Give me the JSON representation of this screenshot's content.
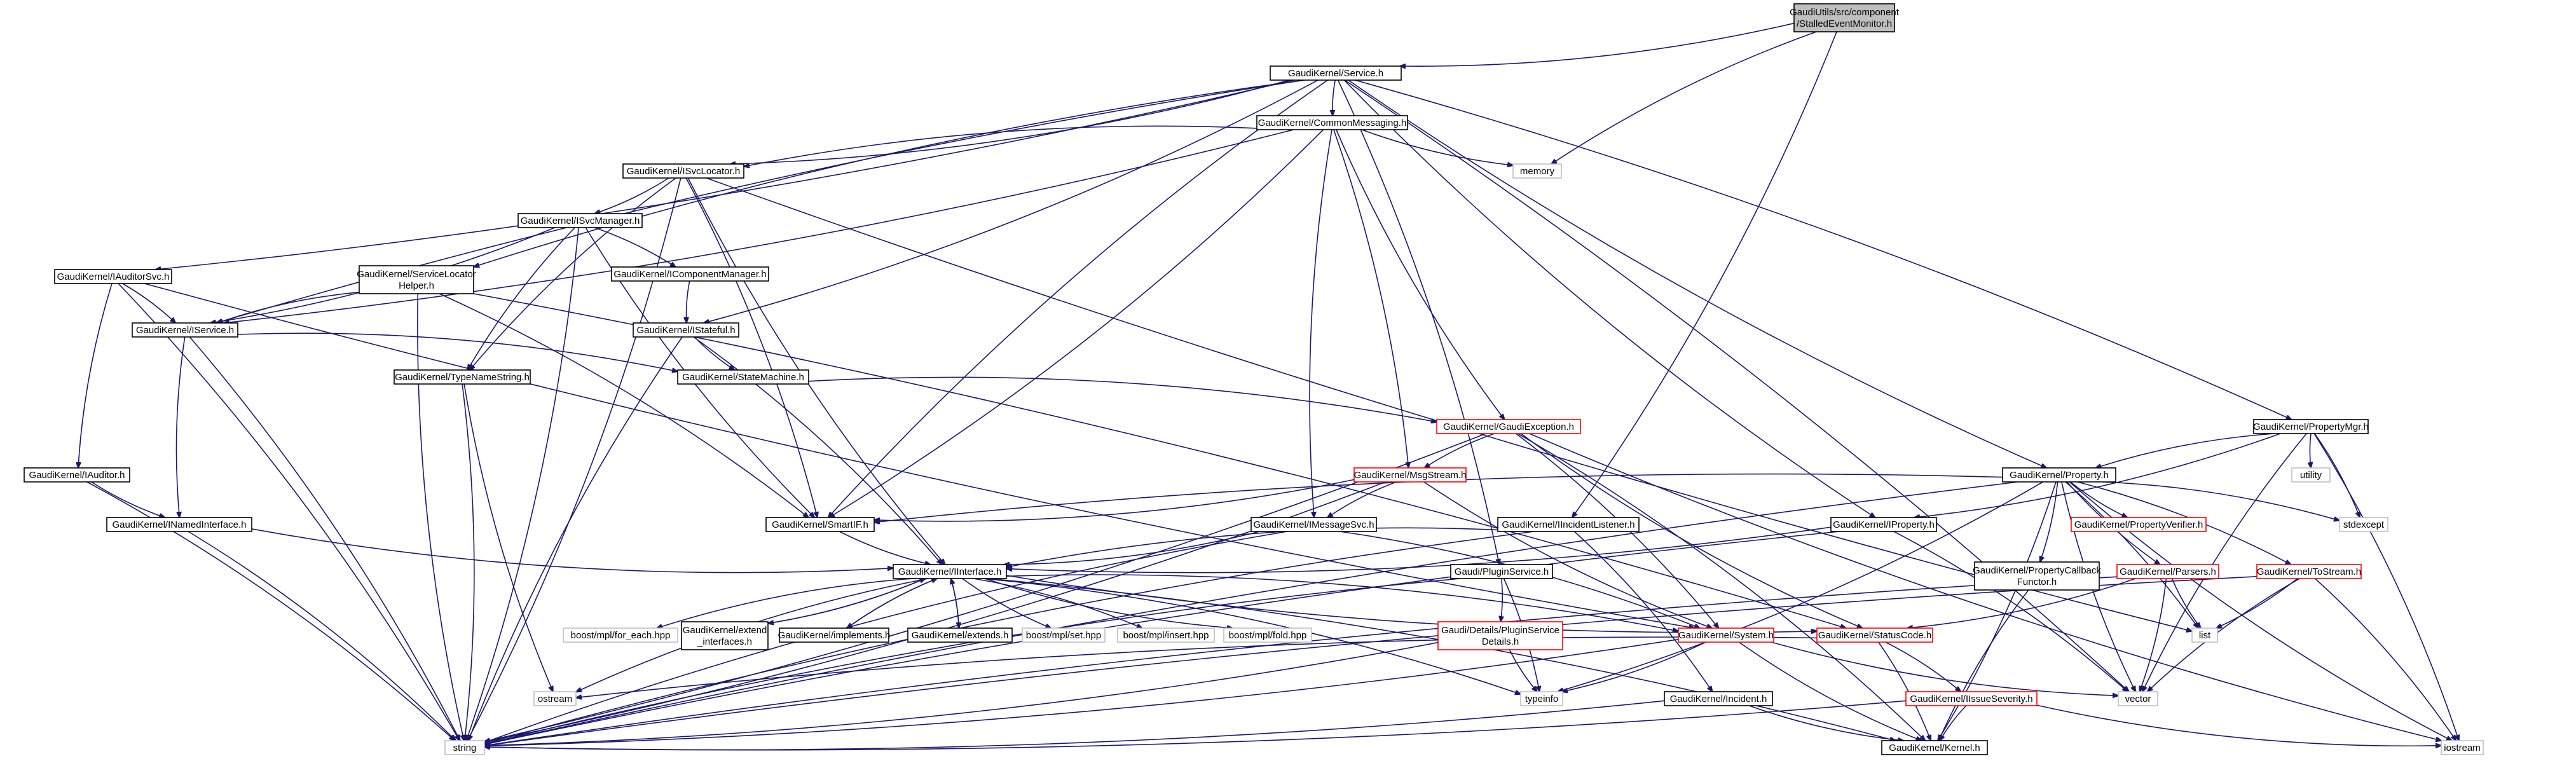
{
  "colors": {
    "edge": "#191970",
    "text": "#000000",
    "node_border_default": "#000000",
    "node_border_incomplete": "#ff0000",
    "node_border_external": "#bfbfbf",
    "node_fill": "#ffffff",
    "node_fill_root": "#bfbfbf"
  },
  "nodes": [
    {
      "id": "root",
      "lines": [
        "GaudiUtils/src/component",
        "/StalledEventMonitor.h"
      ],
      "style": "root"
    },
    {
      "id": "service",
      "lines": [
        "GaudiKernel/Service.h"
      ],
      "style": "normal"
    },
    {
      "id": "commonmsg",
      "lines": [
        "GaudiKernel/CommonMessaging.h"
      ],
      "style": "normal"
    },
    {
      "id": "memory",
      "lines": [
        "memory"
      ],
      "style": "external"
    },
    {
      "id": "isvclocator",
      "lines": [
        "GaudiKernel/ISvcLocator.h"
      ],
      "style": "normal"
    },
    {
      "id": "isvcmanager",
      "lines": [
        "GaudiKernel/ISvcManager.h"
      ],
      "style": "normal"
    },
    {
      "id": "svclocatorhelper",
      "lines": [
        "GaudiKernel/ServiceLocator",
        "Helper.h"
      ],
      "style": "normal"
    },
    {
      "id": "icomponentmanager",
      "lines": [
        "GaudiKernel/IComponentManager.h"
      ],
      "style": "normal"
    },
    {
      "id": "iauditorsvc",
      "lines": [
        "GaudiKernel/IAuditorSvc.h"
      ],
      "style": "normal"
    },
    {
      "id": "iservice",
      "lines": [
        "GaudiKernel/IService.h"
      ],
      "style": "normal"
    },
    {
      "id": "istateful",
      "lines": [
        "GaudiKernel/IStateful.h"
      ],
      "style": "normal"
    },
    {
      "id": "typenamestring",
      "lines": [
        "GaudiKernel/TypeNameString.h"
      ],
      "style": "normal"
    },
    {
      "id": "statemachine",
      "lines": [
        "GaudiKernel/StateMachine.h"
      ],
      "style": "normal"
    },
    {
      "id": "gaudiexception",
      "lines": [
        "GaudiKernel/GaudiException.h"
      ],
      "style": "incomplete"
    },
    {
      "id": "iauditor",
      "lines": [
        "GaudiKernel/IAuditor.h"
      ],
      "style": "normal"
    },
    {
      "id": "msgstream",
      "lines": [
        "GaudiKernel/MsgStream.h"
      ],
      "style": "incomplete"
    },
    {
      "id": "inamedinterface",
      "lines": [
        "GaudiKernel/INamedInterface.h"
      ],
      "style": "normal"
    },
    {
      "id": "smartif",
      "lines": [
        "GaudiKernel/SmartIF.h"
      ],
      "style": "normal"
    },
    {
      "id": "imessagesvc",
      "lines": [
        "GaudiKernel/IMessageSvc.h"
      ],
      "style": "normal"
    },
    {
      "id": "iincidentlistener",
      "lines": [
        "GaudiKernel/IIncidentListener.h"
      ],
      "style": "normal"
    },
    {
      "id": "iproperty",
      "lines": [
        "GaudiKernel/IProperty.h"
      ],
      "style": "normal"
    },
    {
      "id": "propertymgr",
      "lines": [
        "GaudiKernel/PropertyMgr.h"
      ],
      "style": "normal"
    },
    {
      "id": "property",
      "lines": [
        "GaudiKernel/Property.h"
      ],
      "style": "normal"
    },
    {
      "id": "utility",
      "lines": [
        "utility"
      ],
      "style": "external"
    },
    {
      "id": "stdexcept",
      "lines": [
        "stdexcept"
      ],
      "style": "external"
    },
    {
      "id": "propertyverifier",
      "lines": [
        "GaudiKernel/PropertyVerifier.h"
      ],
      "style": "incomplete"
    },
    {
      "id": "iinterface",
      "lines": [
        "GaudiKernel/IInterface.h"
      ],
      "style": "normal"
    },
    {
      "id": "pluginservice",
      "lines": [
        "Gaudi/PluginService.h"
      ],
      "style": "normal"
    },
    {
      "id": "propertycallback",
      "lines": [
        "GaudiKernel/PropertyCallback",
        "Functor.h"
      ],
      "style": "normal"
    },
    {
      "id": "parsers",
      "lines": [
        "GaudiKernel/Parsers.h"
      ],
      "style": "incomplete"
    },
    {
      "id": "tostream",
      "lines": [
        "GaudiKernel/ToStream.h"
      ],
      "style": "incomplete"
    },
    {
      "id": "foreach",
      "lines": [
        "boost/mpl/for_each.hpp"
      ],
      "style": "external"
    },
    {
      "id": "extendinterfaces",
      "lines": [
        "GaudiKernel/extend",
        "_interfaces.h"
      ],
      "style": "normal"
    },
    {
      "id": "implements",
      "lines": [
        "GaudiKernel/implements.h"
      ],
      "style": "normal"
    },
    {
      "id": "extends",
      "lines": [
        "GaudiKernel/extends.h"
      ],
      "style": "normal"
    },
    {
      "id": "mplset",
      "lines": [
        "boost/mpl/set.hpp"
      ],
      "style": "external"
    },
    {
      "id": "mplinsert",
      "lines": [
        "boost/mpl/insert.hpp"
      ],
      "style": "external"
    },
    {
      "id": "mplfold",
      "lines": [
        "boost/mpl/fold.hpp"
      ],
      "style": "external"
    },
    {
      "id": "pluginservicedetails",
      "lines": [
        "Gaudi/Details/PluginService",
        "Details.h"
      ],
      "style": "incomplete"
    },
    {
      "id": "system",
      "lines": [
        "GaudiKernel/System.h"
      ],
      "style": "incomplete"
    },
    {
      "id": "statuscode",
      "lines": [
        "GaudiKernel/StatusCode.h"
      ],
      "style": "incomplete"
    },
    {
      "id": "list",
      "lines": [
        "list"
      ],
      "style": "external"
    },
    {
      "id": "ostream",
      "lines": [
        "ostream"
      ],
      "style": "external"
    },
    {
      "id": "typeinfo",
      "lines": [
        "typeinfo"
      ],
      "style": "external"
    },
    {
      "id": "vector",
      "lines": [
        "vector"
      ],
      "style": "external"
    },
    {
      "id": "iissueseverity",
      "lines": [
        "GaudiKernel/IIssueSeverity.h"
      ],
      "style": "incomplete"
    },
    {
      "id": "incident",
      "lines": [
        "GaudiKernel/Incident.h"
      ],
      "style": "normal"
    },
    {
      "id": "iostream",
      "lines": [
        "iostream"
      ],
      "style": "external"
    },
    {
      "id": "string",
      "lines": [
        "string"
      ],
      "style": "external"
    },
    {
      "id": "kernel",
      "lines": [
        "GaudiKernel/Kernel.h"
      ],
      "style": "normal"
    }
  ],
  "edges": [
    [
      "root",
      "service"
    ],
    [
      "root",
      "memory"
    ],
    [
      "root",
      "iincidentlistener"
    ],
    [
      "service",
      "commonmsg"
    ],
    [
      "service",
      "isvclocator"
    ],
    [
      "service",
      "svclocatorhelper"
    ],
    [
      "service",
      "iauditorsvc"
    ],
    [
      "service",
      "iservice"
    ],
    [
      "service",
      "istateful"
    ],
    [
      "service",
      "smartif"
    ],
    [
      "service",
      "pluginservice"
    ],
    [
      "service",
      "iproperty"
    ],
    [
      "service",
      "propertymgr"
    ],
    [
      "service",
      "property"
    ],
    [
      "service",
      "vector"
    ],
    [
      "commonmsg",
      "isvclocator"
    ],
    [
      "commonmsg",
      "iservice"
    ],
    [
      "commonmsg",
      "memory"
    ],
    [
      "commonmsg",
      "smartif"
    ],
    [
      "commonmsg",
      "imessagesvc"
    ],
    [
      "commonmsg",
      "msgstream"
    ],
    [
      "commonmsg",
      "gaudiexception"
    ],
    [
      "isvclocator",
      "isvcmanager"
    ],
    [
      "isvclocator",
      "typenamestring"
    ],
    [
      "isvclocator",
      "smartif"
    ],
    [
      "isvclocator",
      "iinterface"
    ],
    [
      "isvclocator",
      "string"
    ],
    [
      "isvclocator",
      "list"
    ],
    [
      "isvcmanager",
      "icomponentmanager"
    ],
    [
      "isvcmanager",
      "typenamestring"
    ],
    [
      "isvcmanager",
      "iservice"
    ],
    [
      "isvcmanager",
      "smartif"
    ],
    [
      "isvcmanager",
      "string"
    ],
    [
      "svclocatorhelper",
      "iservice"
    ],
    [
      "svclocatorhelper",
      "smartif"
    ],
    [
      "svclocatorhelper",
      "string"
    ],
    [
      "svclocatorhelper",
      "statuscode"
    ],
    [
      "icomponentmanager",
      "istateful"
    ],
    [
      "iauditorsvc",
      "iservice"
    ],
    [
      "iauditorsvc",
      "iauditor"
    ],
    [
      "iauditorsvc",
      "string"
    ],
    [
      "iauditorsvc",
      "system"
    ],
    [
      "iservice",
      "statemachine"
    ],
    [
      "iservice",
      "inamedinterface"
    ],
    [
      "iservice",
      "string"
    ],
    [
      "istateful",
      "statemachine"
    ],
    [
      "istateful",
      "iinterface"
    ],
    [
      "istateful",
      "string"
    ],
    [
      "typenamestring",
      "string"
    ],
    [
      "typenamestring",
      "ostream"
    ],
    [
      "statemachine",
      "gaudiexception"
    ],
    [
      "gaudiexception",
      "msgstream"
    ],
    [
      "gaudiexception",
      "system"
    ],
    [
      "gaudiexception",
      "statuscode"
    ],
    [
      "gaudiexception",
      "string"
    ],
    [
      "gaudiexception",
      "iostream"
    ],
    [
      "gaudiexception",
      "kernel"
    ],
    [
      "iauditor",
      "inamedinterface"
    ],
    [
      "iauditor",
      "string"
    ],
    [
      "msgstream",
      "imessagesvc"
    ],
    [
      "msgstream",
      "smartif"
    ],
    [
      "msgstream",
      "system"
    ],
    [
      "msgstream",
      "string"
    ],
    [
      "inamedinterface",
      "iinterface"
    ],
    [
      "inamedinterface",
      "string"
    ],
    [
      "smartif",
      "iinterface"
    ],
    [
      "imessagesvc",
      "iinterface"
    ],
    [
      "imessagesvc",
      "string"
    ],
    [
      "imessagesvc",
      "system"
    ],
    [
      "iincidentlistener",
      "iinterface"
    ],
    [
      "iincidentlistener",
      "incident"
    ],
    [
      "iincidentlistener",
      "string"
    ],
    [
      "iproperty",
      "iinterface"
    ],
    [
      "iproperty",
      "string"
    ],
    [
      "iproperty",
      "vector"
    ],
    [
      "propertymgr",
      "property"
    ],
    [
      "propertymgr",
      "iproperty"
    ],
    [
      "propertymgr",
      "utility"
    ],
    [
      "propertymgr",
      "stdexcept"
    ],
    [
      "propertymgr",
      "vector"
    ],
    [
      "propertymgr",
      "iostream"
    ],
    [
      "property",
      "smartif"
    ],
    [
      "property",
      "stdexcept"
    ],
    [
      "property",
      "propertyverifier"
    ],
    [
      "property",
      "propertycallback"
    ],
    [
      "property",
      "parsers"
    ],
    [
      "property",
      "tostream"
    ],
    [
      "property",
      "string"
    ],
    [
      "property",
      "list"
    ],
    [
      "property",
      "vector"
    ],
    [
      "property",
      "typeinfo"
    ],
    [
      "property",
      "iostream"
    ],
    [
      "property",
      "kernel"
    ],
    [
      "iinterface",
      "foreach"
    ],
    [
      "iinterface",
      "extendinterfaces"
    ],
    [
      "iinterface",
      "implements"
    ],
    [
      "iinterface",
      "extends"
    ],
    [
      "iinterface",
      "mplset"
    ],
    [
      "iinterface",
      "mplinsert"
    ],
    [
      "iinterface",
      "mplfold"
    ],
    [
      "iinterface",
      "system"
    ],
    [
      "iinterface",
      "statuscode"
    ],
    [
      "iinterface",
      "typeinfo"
    ],
    [
      "iinterface",
      "ostream"
    ],
    [
      "iinterface",
      "kernel"
    ],
    [
      "extendinterfaces",
      "iinterface"
    ],
    [
      "implements",
      "iinterface"
    ],
    [
      "extends",
      "iinterface"
    ],
    [
      "pluginservice",
      "pluginservicedetails"
    ],
    [
      "pluginservice",
      "string"
    ],
    [
      "pluginservice",
      "typeinfo"
    ],
    [
      "pluginservicedetails",
      "typeinfo"
    ],
    [
      "pluginservicedetails",
      "string"
    ],
    [
      "propertycallback",
      "kernel"
    ],
    [
      "parsers",
      "statuscode"
    ],
    [
      "parsers",
      "list"
    ],
    [
      "parsers",
      "vector"
    ],
    [
      "parsers",
      "string"
    ],
    [
      "tostream",
      "list"
    ],
    [
      "tostream",
      "vector"
    ],
    [
      "tostream",
      "iostream"
    ],
    [
      "tostream",
      "string"
    ],
    [
      "system",
      "typeinfo"
    ],
    [
      "system",
      "vector"
    ],
    [
      "system",
      "string"
    ],
    [
      "system",
      "kernel"
    ],
    [
      "statuscode",
      "iissueseverity"
    ],
    [
      "statuscode",
      "ostream"
    ],
    [
      "statuscode",
      "kernel"
    ],
    [
      "iissueseverity",
      "kernel"
    ],
    [
      "iissueseverity",
      "string"
    ],
    [
      "iissueseverity",
      "iostream"
    ],
    [
      "incident",
      "string"
    ],
    [
      "incident",
      "kernel"
    ]
  ]
}
